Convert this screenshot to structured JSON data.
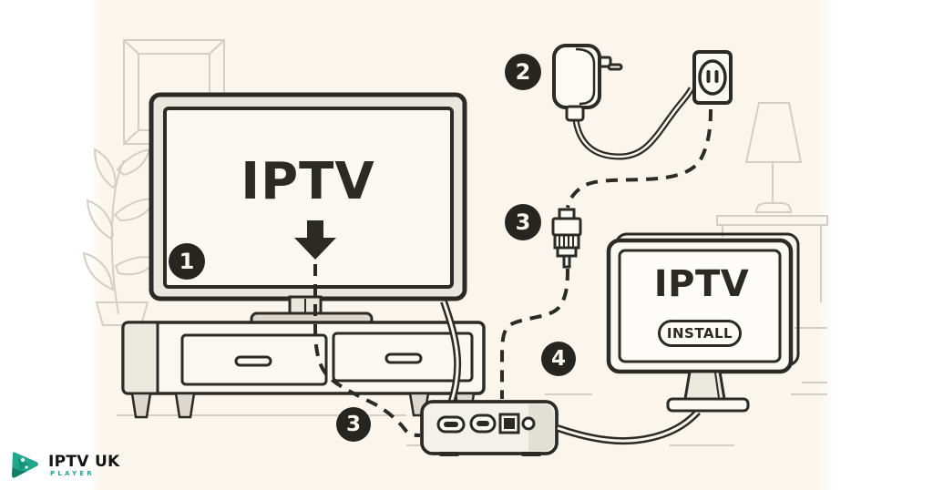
{
  "illustration": {
    "tv": {
      "screen_text": "IPTV"
    },
    "monitor": {
      "screen_text": "IPTV",
      "install_label": "INSTALL"
    },
    "badges": {
      "step1": "1",
      "step2": "2",
      "step3_top": "3",
      "step3_bottom": "3",
      "step4": "4"
    }
  },
  "logo": {
    "brand": "IPTV UK",
    "subtitle": "PLAYER"
  },
  "colors": {
    "canvas": "#FAF6ED",
    "ink": "#2B2A25",
    "decor_line": "#D2CFC6",
    "panel_gray": "#E9E6DE",
    "teal": "#1FA88C",
    "teal_dark": "#0F7E68"
  }
}
